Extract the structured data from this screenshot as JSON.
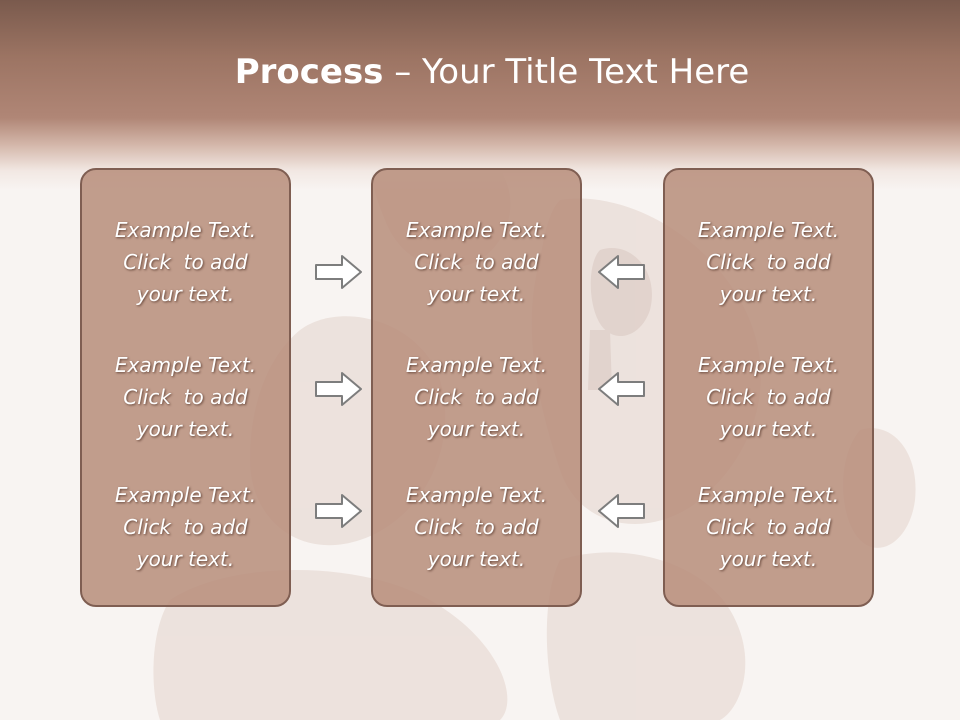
{
  "slide": {
    "title_bold": "Process",
    "title_rest": " – Your Title Text Here"
  },
  "columns": [
    {
      "items": [
        {
          "line1": "Example Text.",
          "line2": "Click  to add",
          "line3": "your text."
        },
        {
          "line1": "Example Text.",
          "line2": "Click  to add",
          "line3": "your text."
        },
        {
          "line1": "Example Text.",
          "line2": "Click  to add",
          "line3": "your text."
        }
      ]
    },
    {
      "items": [
        {
          "line1": "Example Text.",
          "line2": "Click  to add",
          "line3": "your text."
        },
        {
          "line1": "Example Text.",
          "line2": "Click  to add",
          "line3": "your text."
        },
        {
          "line1": "Example Text.",
          "line2": "Click  to add",
          "line3": "your text."
        }
      ]
    },
    {
      "items": [
        {
          "line1": "Example Text.",
          "line2": "Click  to add",
          "line3": "your text."
        },
        {
          "line1": "Example Text.",
          "line2": "Click  to add",
          "line3": "your text."
        },
        {
          "line1": "Example Text.",
          "line2": "Click  to add",
          "line3": "your text."
        }
      ]
    }
  ],
  "arrows": {
    "left_group": [
      "arrow-right-icon",
      "arrow-right-icon",
      "arrow-right-icon"
    ],
    "right_group": [
      "arrow-left-icon",
      "arrow-left-icon",
      "arrow-left-icon"
    ]
  },
  "colors": {
    "title_band": "#9c7463",
    "box_fill": "#b88e7c",
    "box_border": "#7f5e52",
    "text": "#ffffff"
  }
}
